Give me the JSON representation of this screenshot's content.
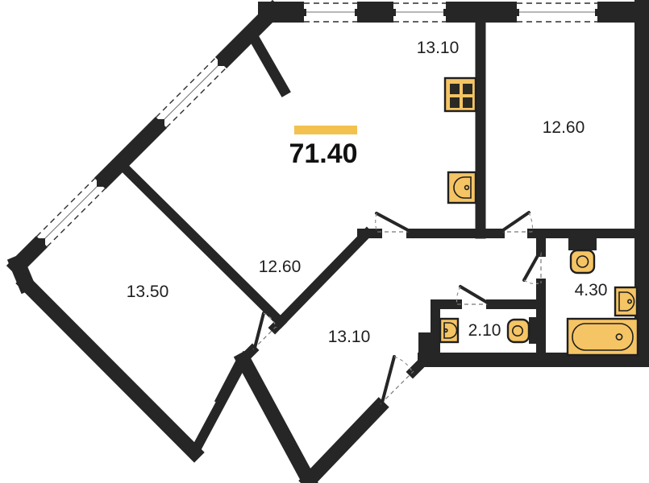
{
  "plan": {
    "type": "apartment-floor-plan",
    "total_area": "71.40",
    "rooms": [
      {
        "id": "kitchen-living",
        "area": "13.10"
      },
      {
        "id": "bedroom-top-right",
        "area": "12.60"
      },
      {
        "id": "hallway",
        "area": "12.60"
      },
      {
        "id": "bedroom-left",
        "area": "13.50"
      },
      {
        "id": "bedroom-bottom",
        "area": "13.10"
      },
      {
        "id": "wc",
        "area": "2.10"
      },
      {
        "id": "bathroom",
        "area": "4.30"
      }
    ],
    "fixtures": [
      "stove-icon",
      "kitchen-sink-icon",
      "toilet-icon",
      "wash-basin-icon",
      "bathtub-icon",
      "wc-basin-icon",
      "wc-toilet-icon"
    ],
    "colors": {
      "wall": "#262626",
      "fixture_fill": "#F5C464",
      "fixture_stroke": "#1f1f1f",
      "burner": "#2b2a24",
      "accent_bar": "#F2C14E",
      "background": "#ffffff"
    }
  }
}
